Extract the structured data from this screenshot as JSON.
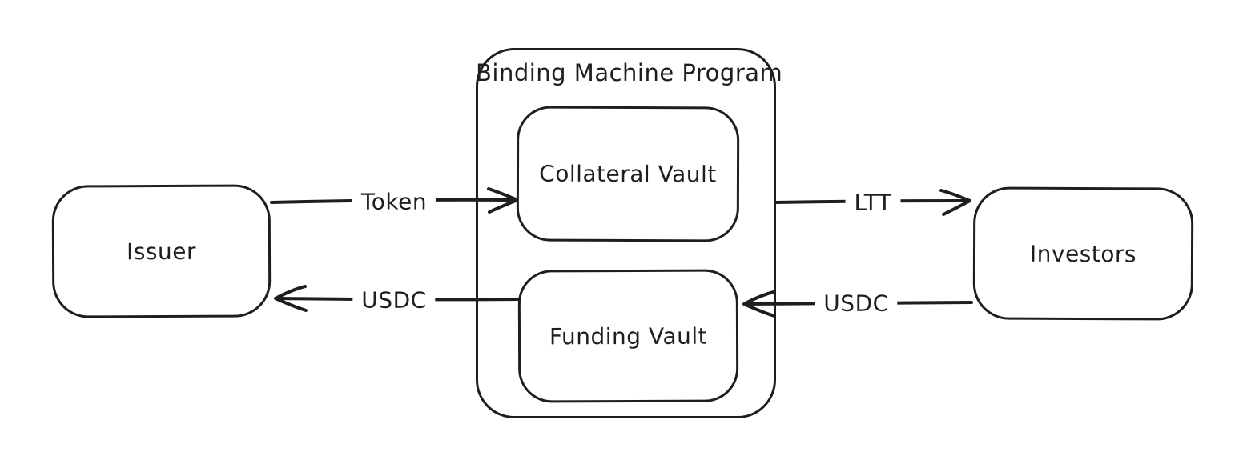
{
  "diagram": {
    "background_color": "#ffffff",
    "stroke_color": "#1e1e1e",
    "container": {
      "label": "Binding Machine Program"
    },
    "nodes": {
      "issuer": {
        "label": "Issuer"
      },
      "collateral_vault": {
        "label": "Collateral Vault"
      },
      "funding_vault": {
        "label": "Funding Vault"
      },
      "investors": {
        "label": "Investors"
      }
    },
    "edges": [
      {
        "label": "Token",
        "from": "issuer",
        "to": "collateral_vault",
        "arrow_direction": "right"
      },
      {
        "label": "USDC",
        "from": "funding_vault",
        "to": "issuer",
        "arrow_direction": "left"
      },
      {
        "label": "LTT",
        "from": "binding_machine_program",
        "to": "investors",
        "arrow_direction": "right"
      },
      {
        "label": "USDC",
        "from": "investors",
        "to": "funding_vault",
        "arrow_direction": "left"
      }
    ]
  }
}
